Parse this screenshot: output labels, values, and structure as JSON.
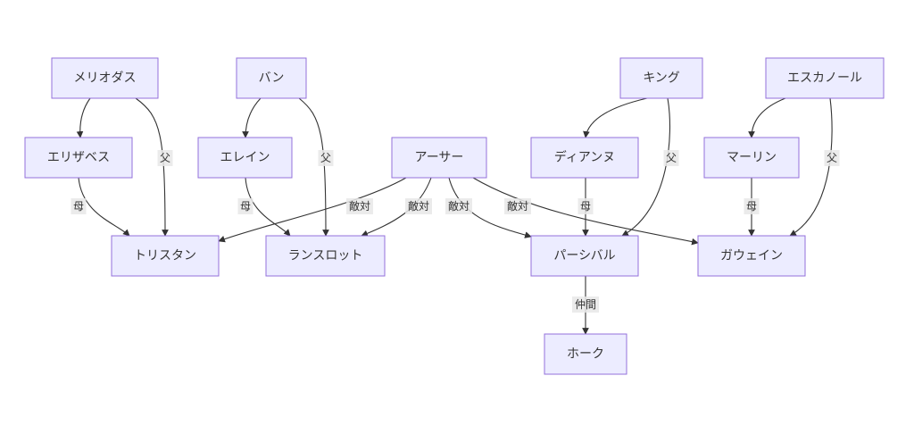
{
  "diagram": {
    "type": "flowchart",
    "direction": "top-down",
    "colors": {
      "node_fill": "#ECECFF",
      "node_border": "#9370DB",
      "edge": "#333333",
      "label_bg": "#e8e8e8",
      "text": "#333333"
    },
    "nodes": [
      {
        "id": "meliodas",
        "label": "メリオダス"
      },
      {
        "id": "ban",
        "label": "バン"
      },
      {
        "id": "king",
        "label": "キング"
      },
      {
        "id": "escanor",
        "label": "エスカノール"
      },
      {
        "id": "elizabeth",
        "label": "エリザベス"
      },
      {
        "id": "elaine",
        "label": "エレイン"
      },
      {
        "id": "arthur",
        "label": "アーサー"
      },
      {
        "id": "diane",
        "label": "ディアンヌ"
      },
      {
        "id": "merlin",
        "label": "マーリン"
      },
      {
        "id": "tristan",
        "label": "トリスタン"
      },
      {
        "id": "lancelot",
        "label": "ランスロット"
      },
      {
        "id": "percival",
        "label": "パーシバル"
      },
      {
        "id": "gowther",
        "label": "ガウェイン"
      },
      {
        "id": "hawk",
        "label": "ホーク"
      }
    ],
    "edges": [
      {
        "from": "meliodas",
        "to": "elizabeth",
        "label": ""
      },
      {
        "from": "meliodas",
        "to": "tristan",
        "label": "父"
      },
      {
        "from": "elizabeth",
        "to": "tristan",
        "label": "母"
      },
      {
        "from": "ban",
        "to": "elaine",
        "label": ""
      },
      {
        "from": "ban",
        "to": "lancelot",
        "label": "父"
      },
      {
        "from": "elaine",
        "to": "lancelot",
        "label": "母"
      },
      {
        "from": "arthur",
        "to": "tristan",
        "label": "敵対"
      },
      {
        "from": "arthur",
        "to": "lancelot",
        "label": "敵対"
      },
      {
        "from": "arthur",
        "to": "percival",
        "label": "敵対"
      },
      {
        "from": "arthur",
        "to": "gowther",
        "label": "敵対"
      },
      {
        "from": "king",
        "to": "diane",
        "label": ""
      },
      {
        "from": "king",
        "to": "percival",
        "label": "父"
      },
      {
        "from": "diane",
        "to": "percival",
        "label": "母"
      },
      {
        "from": "escanor",
        "to": "merlin",
        "label": ""
      },
      {
        "from": "escanor",
        "to": "gowther",
        "label": "父"
      },
      {
        "from": "merlin",
        "to": "gowther",
        "label": "母"
      },
      {
        "from": "percival",
        "to": "hawk",
        "label": "仲間"
      }
    ]
  }
}
